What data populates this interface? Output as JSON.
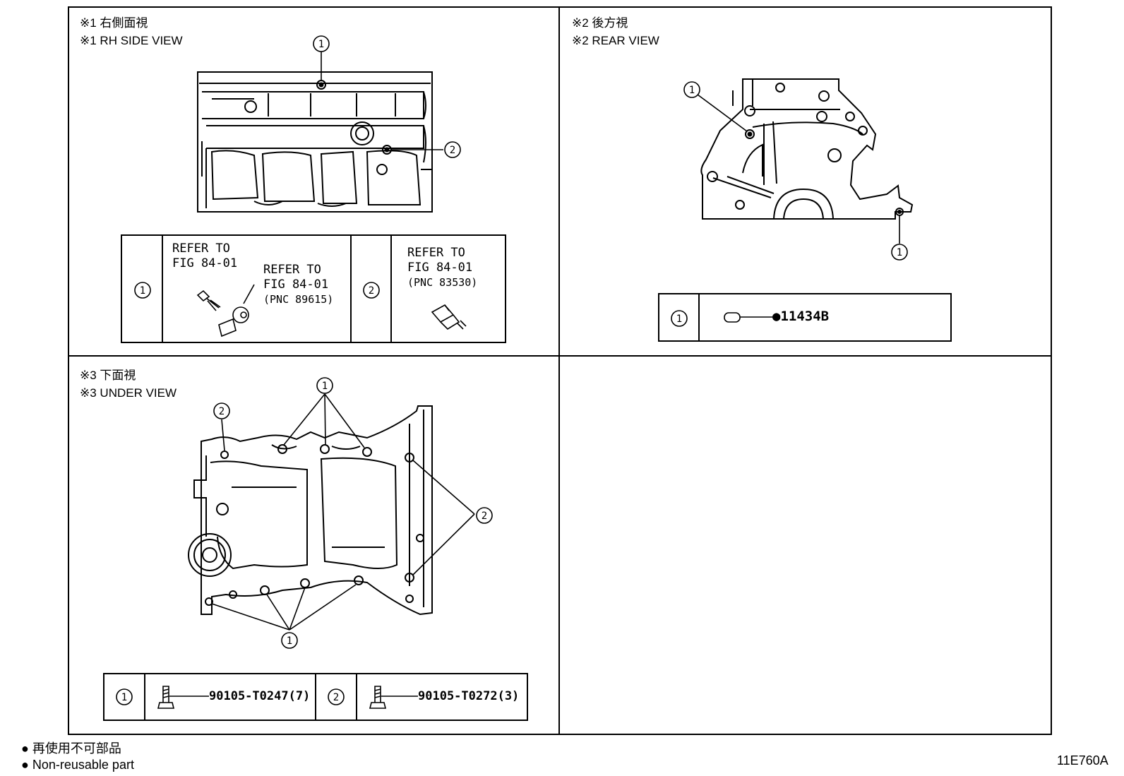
{
  "views": {
    "rh_side": {
      "title_jp": "※1 右側面視",
      "title_en": "※1 RH SIDE VIEW"
    },
    "rear": {
      "title_jp": "※2 後方視",
      "title_en": "※2 REAR VIEW"
    },
    "under": {
      "title_jp": "※3 下面視",
      "title_en": "※3 UNDER VIEW"
    }
  },
  "callouts": {
    "one": "1",
    "two": "2"
  },
  "rh_side_table": {
    "row1": {
      "index": "1",
      "ref_a_line1": "REFER TO",
      "ref_a_line2": "FIG 84-01",
      "ref_b_line1": "REFER TO",
      "ref_b_line2": "FIG 84-01",
      "ref_b_pnc": "(PNC 89615)"
    },
    "row2": {
      "index": "2",
      "ref_line1": "REFER TO",
      "ref_line2": "FIG 84-01",
      "ref_pnc": "(PNC 83530)"
    }
  },
  "rear_table": {
    "index": "1",
    "part": "●11434B"
  },
  "under_table": {
    "row1": {
      "index": "1",
      "part": "90105-T0247(7)"
    },
    "row2": {
      "index": "2",
      "part": "90105-T0272(3)"
    }
  },
  "legend": {
    "jp": "● 再使用不可部品",
    "en": "● Non-reusable part"
  },
  "figure_code": "11E760A"
}
